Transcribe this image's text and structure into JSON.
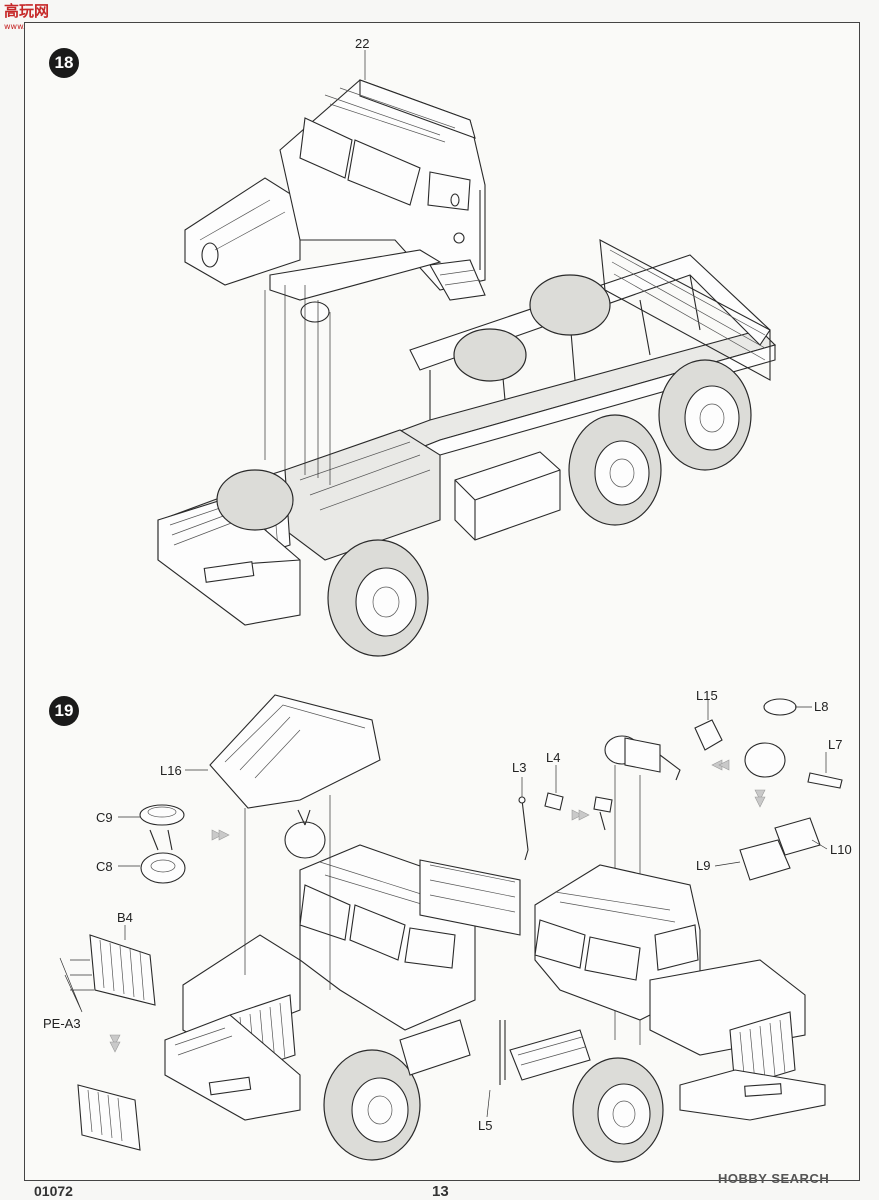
{
  "watermark": {
    "logo": "高玩网",
    "url": "www.gaoshou.com"
  },
  "steps": [
    {
      "number": "18",
      "callouts": [
        "22"
      ]
    },
    {
      "number": "19",
      "callouts": [
        "L16",
        "C9",
        "C8",
        "B4",
        "PE-A3",
        "L3",
        "L4",
        "L5",
        "L15",
        "L8",
        "L7",
        "L9",
        "L10"
      ]
    }
  ],
  "footer": {
    "code": "01072",
    "page": "13",
    "source": "HOBBY SEARCH"
  }
}
